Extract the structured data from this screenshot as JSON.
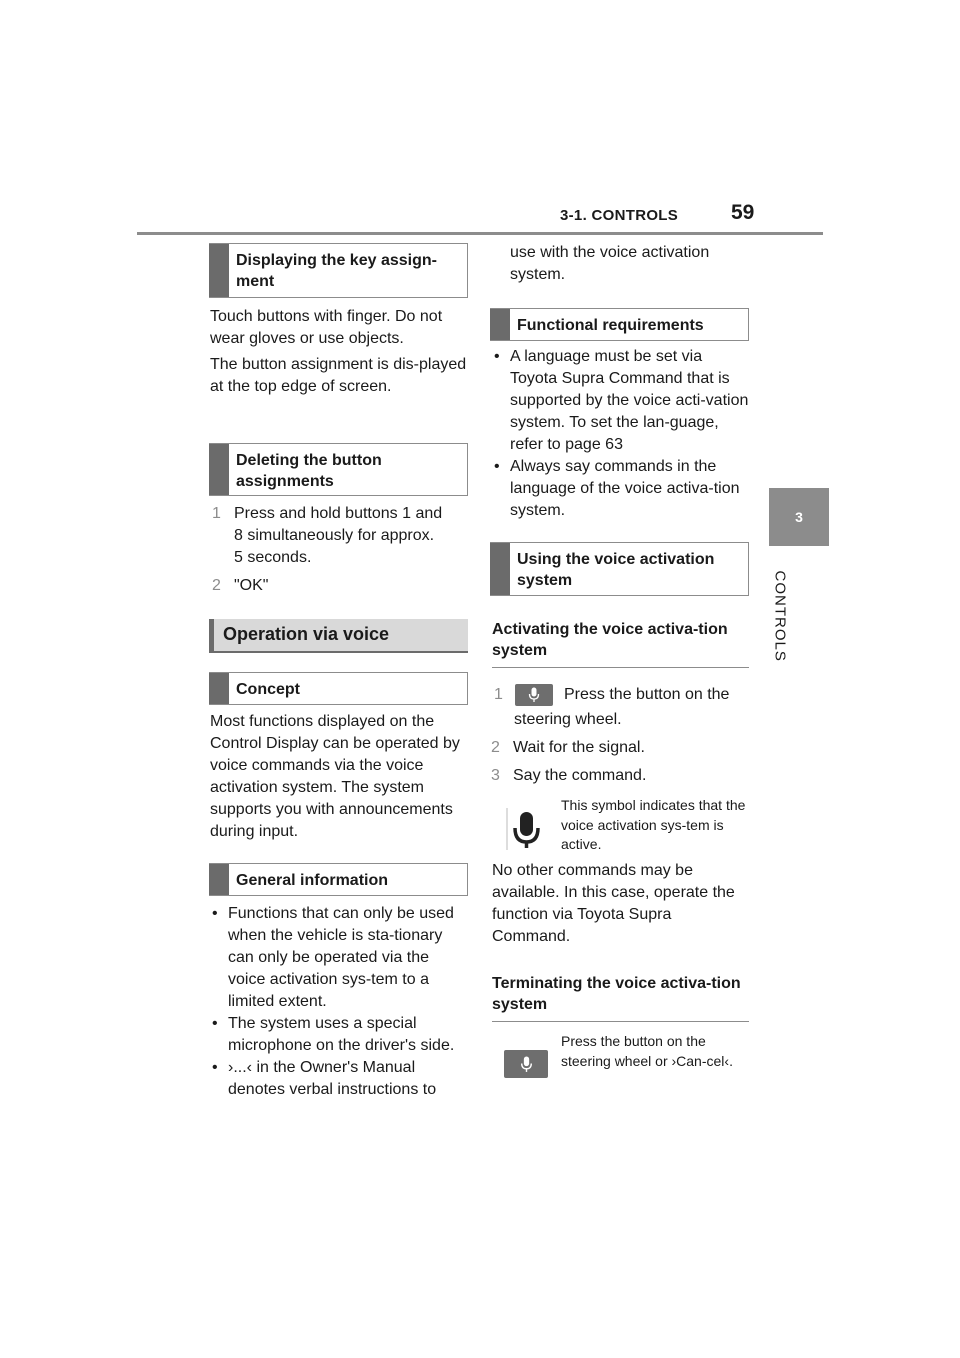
{
  "header": {
    "section": "3-1. CONTROLS",
    "page_number": "59"
  },
  "side_tab": {
    "number": "3",
    "label": "CONTROLS"
  },
  "left": {
    "h_display": "Displaying the key assign-\nment",
    "p_touch": "Touch buttons with finger. Do not wear gloves or use objects.",
    "p_assign": "The button assignment is dis-played at the top edge of screen.",
    "h_delete": "Deleting the button assignments",
    "steps": [
      {
        "n": "1",
        "line1": "Press and hold buttons 1 and",
        "line2": "8 simultaneously for approx.",
        "line3": "5 seconds."
      },
      {
        "n": "2",
        "line1": "\"OK\""
      }
    ],
    "h_operation": "Operation via voice",
    "h_concept": "Concept",
    "p_concept": "Most functions displayed on the Control Display can be operated by voice commands via the voice activation system. The system supports you with announcements during input.",
    "h_general": "General information",
    "bullets": [
      "Functions that can only be used when the vehicle is sta-tionary can only be operated via the voice activation sys-tem to a limited extent.",
      "The system uses a special microphone on the driver's side.",
      "›...‹ in the Owner's Manual denotes verbal instructions to"
    ]
  },
  "right": {
    "p_cont": "use with the voice activation system.",
    "h_functional": "Functional requirements",
    "bullets": [
      "A language must be set via Toyota Supra Command that is supported by the voice acti-vation system. To set the lan-guage, refer to page 63",
      "Always say commands in the language of the voice activa-tion system."
    ],
    "h_using": "Using the voice activation system",
    "h_activating": "Activating the voice activa-tion system",
    "steps": [
      {
        "n": "1",
        "text": "Press the button on the",
        "text2": "steering wheel."
      },
      {
        "n": "2",
        "text": "Wait for the signal."
      },
      {
        "n": "3",
        "text": "Say the command."
      }
    ],
    "note_symbol": "This symbol indicates that the voice activation sys-tem is active.",
    "p_no_other": "No other commands may be available. In this case, operate the function via Toyota Supra Command.",
    "h_terminating": "Terminating the voice activa-tion system",
    "note_terminate": "Press the button on the steering wheel or ›Can-cel‹."
  },
  "icons": {
    "mic": "microphone-icon"
  },
  "colors": {
    "accent_gray": "#6b6b6b",
    "light_gray": "#d9d9d9",
    "rule_gray": "#8c8c8c"
  }
}
